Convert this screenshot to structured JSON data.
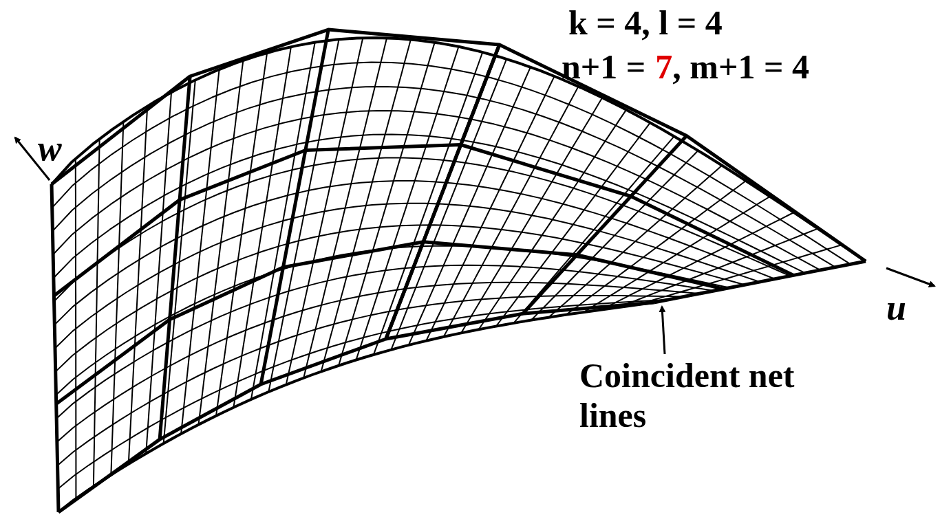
{
  "diagram": {
    "labels": [
      "k = 4, l = 4",
      "n+1 =",
      "7",
      ", m+1 = 4",
      "w",
      "u",
      "Coincident net lines"
    ]
  }
}
